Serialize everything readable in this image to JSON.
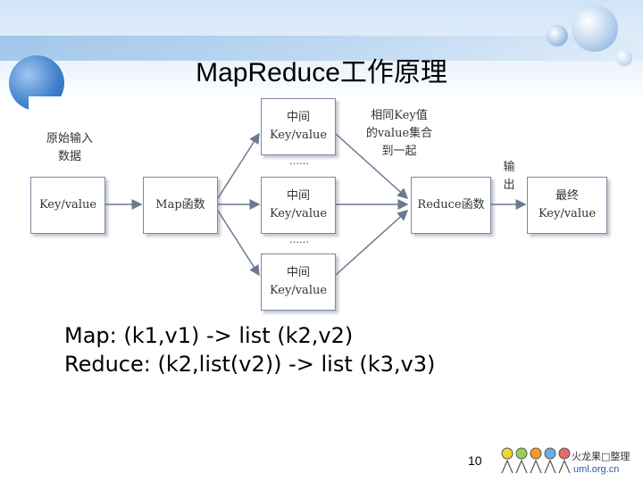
{
  "slide": {
    "title": "MapReduce工作原理",
    "page_number": "10"
  },
  "diagram": {
    "input_label": "原始输入\n数据",
    "input_box": "Key/value",
    "map_box": "Map函数",
    "intermediate_boxes": [
      {
        "title": "中间",
        "value": "Key/value"
      },
      {
        "title": "中间",
        "value": "Key/value"
      },
      {
        "title": "中间",
        "value": "Key/value"
      }
    ],
    "ellipsis": "……",
    "group_label": "相同Key值\n的value集合\n到一起",
    "reduce_box": "Reduce函数",
    "output_label": "输\n出",
    "final_box": {
      "title": "最终",
      "value": "Key/value"
    }
  },
  "formulas": {
    "map": "Map: (k1,v1) -> list  (k2,v2)",
    "reduce": "Reduce: (k2,list(v2)) -> list (k3,v3)"
  },
  "logo": {
    "text": "火龙果□整理",
    "url": "uml.org.cn"
  }
}
